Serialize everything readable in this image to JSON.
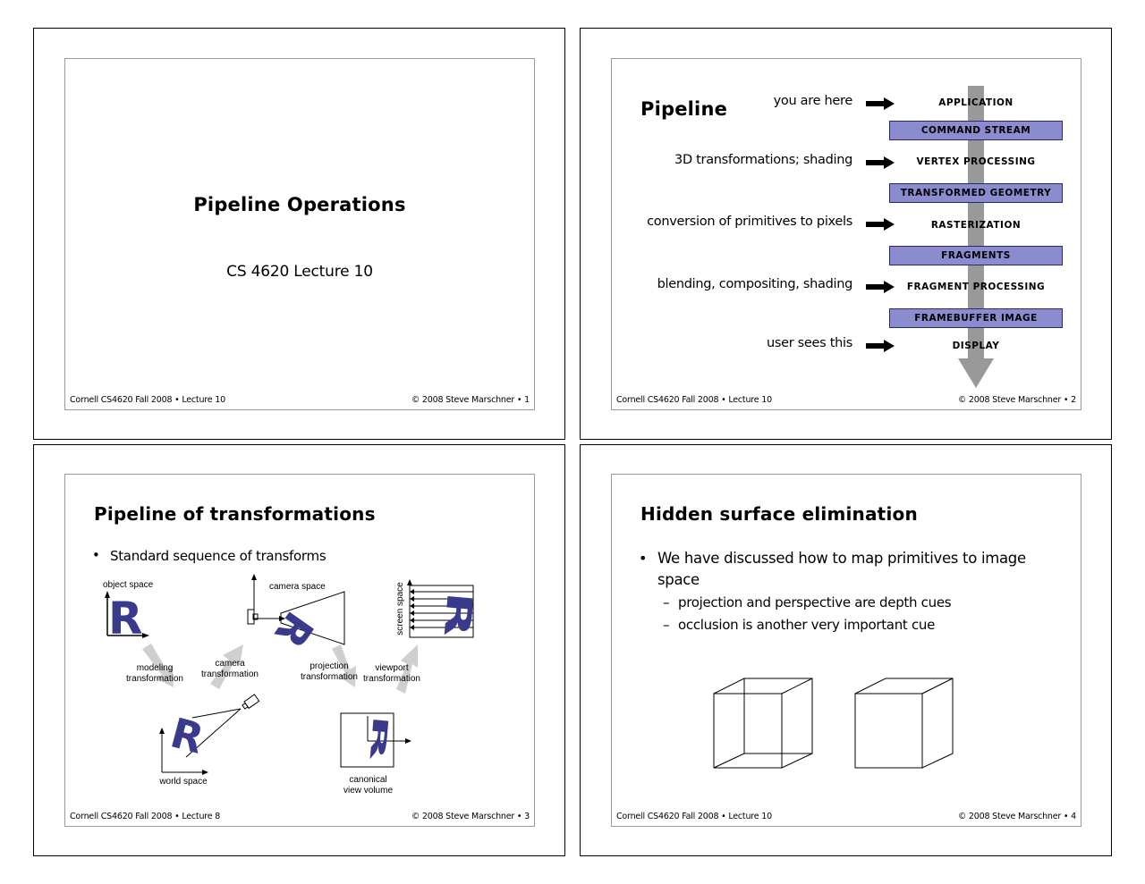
{
  "slide1": {
    "title": "Pipeline Operations",
    "subtitle": "CS 4620 Lecture 10",
    "footer_left": "Cornell CS4620 Fall 2008 • Lecture 10",
    "footer_right": "© 2008 Steve Marschner • 1"
  },
  "slide2": {
    "title": "Pipeline",
    "labels": [
      "you are here",
      "3D transformations; shading",
      "conversion of primitives to pixels",
      "blending, compositing, shading",
      "user sees this"
    ],
    "stages": [
      "APPLICATION",
      "VERTEX PROCESSING",
      "RASTERIZATION",
      "FRAGMENT PROCESSING",
      "DISPLAY"
    ],
    "boxes": [
      "COMMAND STREAM",
      "TRANSFORMED GEOMETRY",
      "FRAGMENTS",
      "FRAMEBUFFER IMAGE"
    ],
    "footer_left": "Cornell CS4620 Fall 2008 • Lecture 10",
    "footer_right": "© 2008 Steve Marschner • 2",
    "colors": {
      "box_fill": "#8b8bcf",
      "flow_bar": "#999999"
    }
  },
  "slide3": {
    "title": "Pipeline of transformations",
    "bullet": "Standard sequence of transforms",
    "labels": {
      "object_space": "object space",
      "camera_space": "camera space",
      "screen_space": "screen space",
      "modeling_1": "modeling",
      "modeling_2": "transformation",
      "camera_1": "camera",
      "camera_2": "transformation",
      "projection_1": "projection",
      "projection_2": "transformation",
      "viewport_1": "viewport",
      "viewport_2": "transformation",
      "world_space": "world space",
      "canonical_1": "canonical",
      "canonical_2": "view volume",
      "glyph": "R"
    },
    "footer_left": "Cornell CS4620 Fall 2008 • Lecture 8",
    "footer_right": "© 2008 Steve Marschner • 3",
    "colors": {
      "glyph": "#3a3a8c"
    }
  },
  "slide4": {
    "title": "Hidden surface elimination",
    "bullet_1": "We have discussed how to map primitives to image",
    "bullet_1b": "space",
    "sub_1": "projection and perspective are depth cues",
    "sub_2": "occlusion is another very important cue",
    "footer_left": "Cornell CS4620 Fall 2008 • Lecture 10",
    "footer_right": "© 2008 Steve Marschner • 4"
  }
}
